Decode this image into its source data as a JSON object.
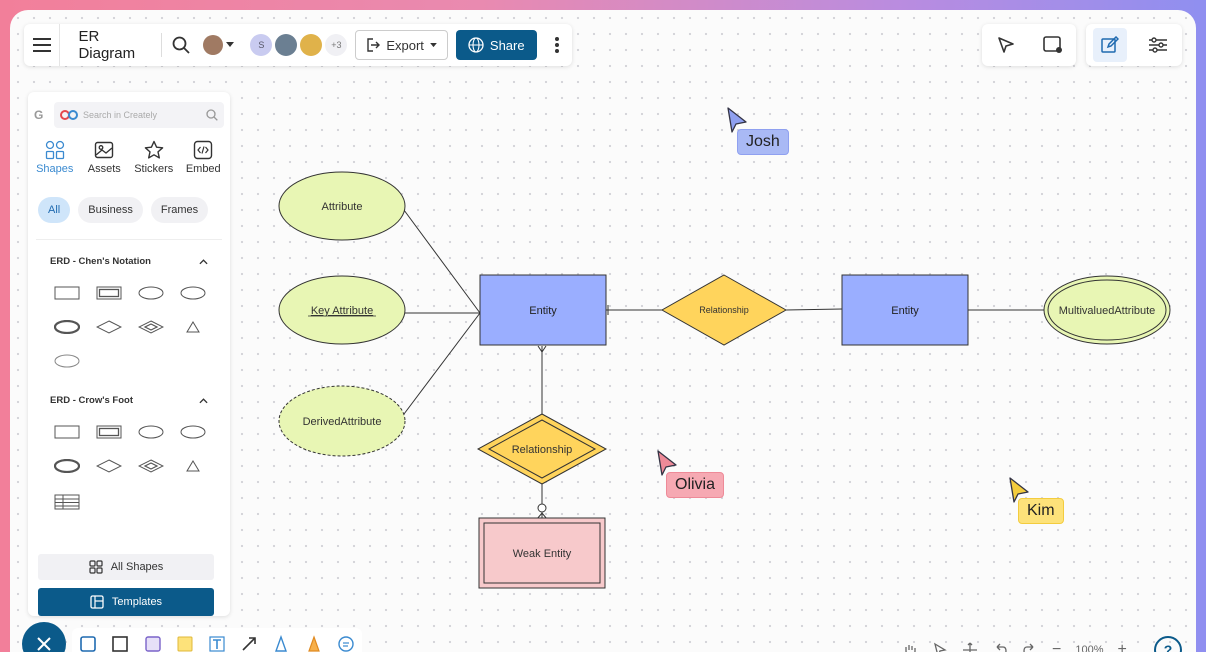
{
  "header": {
    "title": "ER Diagram",
    "collaborators": [
      {
        "initial": "",
        "color": "#a07a63"
      },
      {
        "initial": "S",
        "color": "#b7b9e8"
      },
      {
        "initial": "",
        "color": "#6b7f92"
      },
      {
        "initial": "",
        "color": "#e0b24a"
      }
    ],
    "more_count": "+3",
    "export_label": "Export",
    "share_label": "Share"
  },
  "panel": {
    "search_placeholder": "Search in Creately",
    "tabs": [
      {
        "label": "Shapes",
        "icon": "shapes-icon",
        "active": true
      },
      {
        "label": "Assets",
        "icon": "image-icon",
        "active": false
      },
      {
        "label": "Stickers",
        "icon": "star-icon",
        "active": false
      },
      {
        "label": "Embed",
        "icon": "code-icon",
        "active": false
      }
    ],
    "chips": [
      {
        "label": "All",
        "active": true
      },
      {
        "label": "Business",
        "active": false
      },
      {
        "label": "Frames",
        "active": false
      }
    ],
    "sections": [
      {
        "title": "ERD - Chen's Notation"
      },
      {
        "title": "ERD - Crow's Foot"
      }
    ],
    "all_shapes_label": "All Shapes",
    "templates_label": "Templates"
  },
  "diagram": {
    "attribute": "Attribute",
    "key_attribute": "Key Attribute",
    "derived_attribute": "DerivedAttribute",
    "entity_left": "Entity",
    "relationship_mid": "Relationship",
    "entity_right": "Entity",
    "multivalued_attribute": "MultivaluedAttribute",
    "relationship_down": "Relationship",
    "weak_entity": "Weak Entity"
  },
  "colors": {
    "attribute_fill": "#e8f6b4",
    "entity_fill": "#9aaeff",
    "relationship_fill": "#ffd45c",
    "weak_entity_fill": "#f7c9cb",
    "primary": "#0b5a8a"
  },
  "cursors": [
    {
      "name": "Josh",
      "color": "#a9b9f5",
      "pointer": "#8fa0f0"
    },
    {
      "name": "Olivia",
      "color": "#f6a9b3",
      "pointer": "#ee8a98"
    },
    {
      "name": "Kim",
      "color": "#fde27a",
      "pointer": "#f3cc3e"
    }
  ],
  "footer": {
    "zoom": "100%",
    "help": "?"
  }
}
